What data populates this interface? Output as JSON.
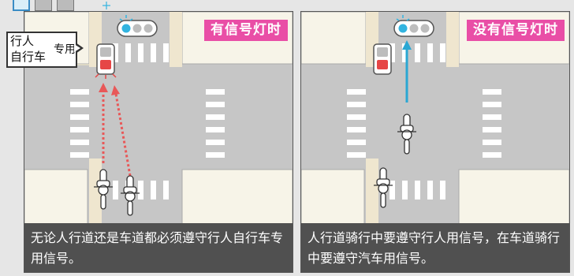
{
  "tabs": [
    "",
    "",
    ""
  ],
  "panels": [
    {
      "badge": "有信号灯时",
      "caption": "无论人行道还是车道都必须遵守行人自行车专用信号。",
      "sign": {
        "line1": "行人",
        "line2": "自行车",
        "suffix": "专用"
      }
    },
    {
      "badge": "没有信号灯时",
      "caption": "人行道骑行中要遵守行人用信号，在车道骑行中要遵守汽车用信号。"
    }
  ],
  "colors": {
    "badge": "#e94ea6",
    "road": "#c6c6c6",
    "block": "#f7f4e8",
    "caption_bg": "#505050",
    "arrow_red": "#e85858",
    "arrow_blue": "#2aa7d3",
    "signal_blue": "#32b4e0",
    "signal_red": "#e64646"
  },
  "icons": [
    "sparkle-icon",
    "traffic-light-icon",
    "pedestrian-signal-icon",
    "bicycle-icon",
    "arrow-icon"
  ]
}
